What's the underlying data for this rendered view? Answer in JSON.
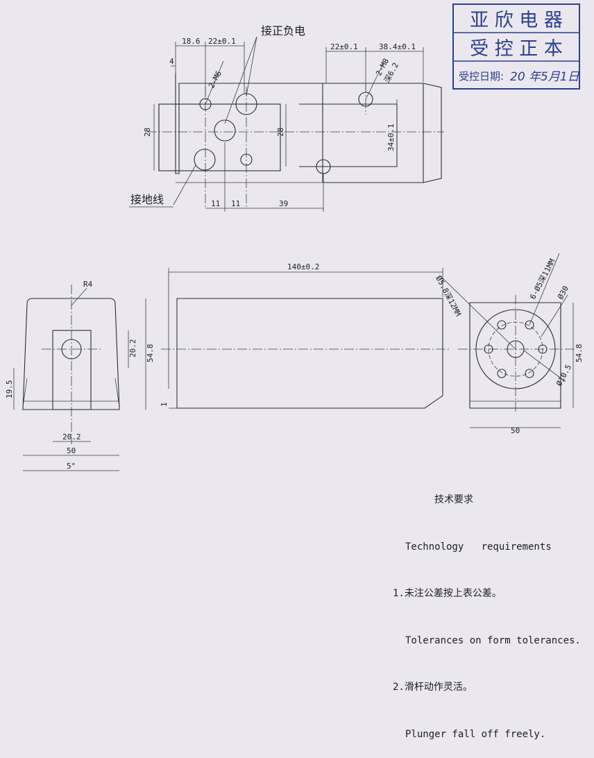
{
  "stamp": {
    "row1": "亚 欣 电 器",
    "row2": "受 控 正 本",
    "row3_label": "受控日期:",
    "row3_date": "20 年5月1日",
    "color": "#2a3f8f"
  },
  "top_view": {
    "dims": {
      "d18_6": "18.6",
      "d22_left": "22±0.1",
      "d4": "4",
      "d2m6": "2-M6",
      "d28_left": "28",
      "d28_mid": "28",
      "d11a": "11",
      "d11b": "11",
      "d39": "39",
      "d22_right": "22±0.1",
      "d38_4": "38.4±0.1",
      "d2m8": "2-M8",
      "deep6_2": "深6.2",
      "d34": "34±0.1"
    },
    "label_pos_neg": "接正负电",
    "label_ground": "接地线"
  },
  "bottom_views": {
    "left": {
      "r4": "R4",
      "d20_2_v": "20.2",
      "d54_8": "54.8",
      "d19_5": "19.5",
      "d20_2_h": "20.2",
      "d50": "50",
      "d5deg": "5°"
    },
    "middle": {
      "d140": "140±0.2",
      "d1": "1"
    },
    "right": {
      "phi5_8": "Ø5.8深12MM",
      "holes6": "6-Ø5深11MM",
      "phi30": "Ø30",
      "phi10_5": "Ø10.5",
      "d54_8": "54.8",
      "d50": "50"
    }
  },
  "notes": {
    "title_cn": "技术要求",
    "title_en": "Technology   requirements",
    "item1_cn": "1.未注公差按上表公差。",
    "item1_en": "Tolerances on form tolerances.",
    "item2_cn": "2.滑杆动作灵活。",
    "item2_en": "Plunger fall off freely."
  }
}
